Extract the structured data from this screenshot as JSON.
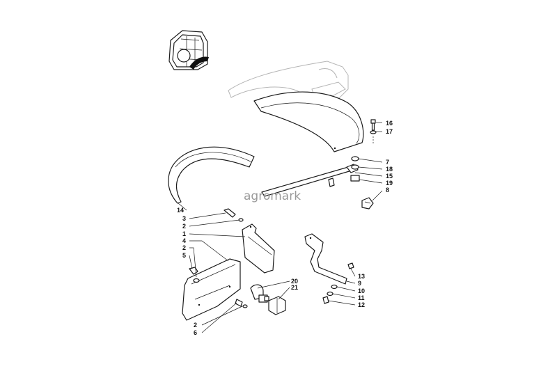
{
  "watermark": "agromark",
  "callouts": [
    {
      "id": "16",
      "label": "16"
    },
    {
      "id": "17",
      "label": "17"
    },
    {
      "id": "7",
      "label": "7"
    },
    {
      "id": "18",
      "label": "18"
    },
    {
      "id": "15",
      "label": "15"
    },
    {
      "id": "19",
      "label": "19"
    },
    {
      "id": "8",
      "label": "8"
    },
    {
      "id": "14",
      "label": "14"
    },
    {
      "id": "3",
      "label": "3"
    },
    {
      "id": "2a",
      "label": "2"
    },
    {
      "id": "1",
      "label": "1"
    },
    {
      "id": "4",
      "label": "4"
    },
    {
      "id": "2b",
      "label": "2"
    },
    {
      "id": "5",
      "label": "5"
    },
    {
      "id": "20",
      "label": "20"
    },
    {
      "id": "21",
      "label": "21"
    },
    {
      "id": "2c",
      "label": "2"
    },
    {
      "id": "6",
      "label": "6"
    },
    {
      "id": "13",
      "label": "13"
    },
    {
      "id": "9",
      "label": "9"
    },
    {
      "id": "10",
      "label": "10"
    },
    {
      "id": "11",
      "label": "11"
    },
    {
      "id": "12",
      "label": "12"
    }
  ]
}
